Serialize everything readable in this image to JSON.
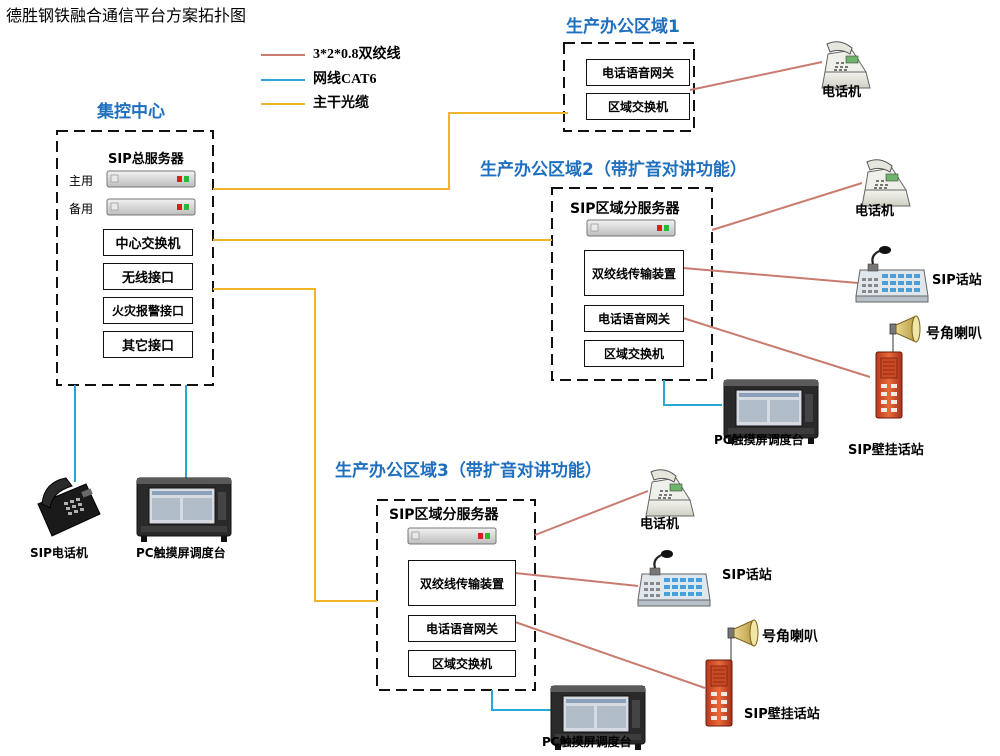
{
  "title": "德胜钢铁融合通信平台方案拓扑图",
  "legend": {
    "twisted_pair": "3*2*0.8双绞线",
    "cat6": "网线CAT6",
    "fiber": "主干光缆"
  },
  "colors": {
    "twisted_pair": "#c97b6f",
    "cat6": "#2aa6d8",
    "fiber": "#f0b428",
    "area_title": "#1f6fbf"
  },
  "control_center": {
    "title": "集控中心",
    "server_label": "SIP总服务器",
    "primary": "主用",
    "backup": "备用",
    "switch": "中心交换机",
    "wireless": "无线接口",
    "fire_alarm": "火灾报警接口",
    "other": "其它接口",
    "sip_phone": "SIP电话机",
    "pc_console": "PC触摸屏调度台"
  },
  "area1": {
    "title": "生产办公区域1",
    "gateway": "电话语音网关",
    "switch": "区域交换机",
    "phone": "电话机"
  },
  "area2": {
    "title": "生产办公区域2（带扩音对讲功能）",
    "server": "SIP区域分服务器",
    "transmission": "双绞线传输装置",
    "gateway": "电话语音网关",
    "switch": "区域交换机",
    "phone": "电话机",
    "sip_station": "SIP话站",
    "horn": "号角喇叭",
    "wall_station": "SIP壁挂话站",
    "pc_console": "PC触摸屏调度台"
  },
  "area3": {
    "title": "生产办公区域3（带扩音对讲功能）",
    "server": "SIP区域分服务器",
    "transmission": "双绞线传输装置",
    "gateway": "电话语音网关",
    "switch": "区域交换机",
    "phone": "电话机",
    "sip_station": "SIP话站",
    "horn": "号角喇叭",
    "wall_station": "SIP壁挂话站",
    "pc_console": "PC触摸屏调度台"
  }
}
